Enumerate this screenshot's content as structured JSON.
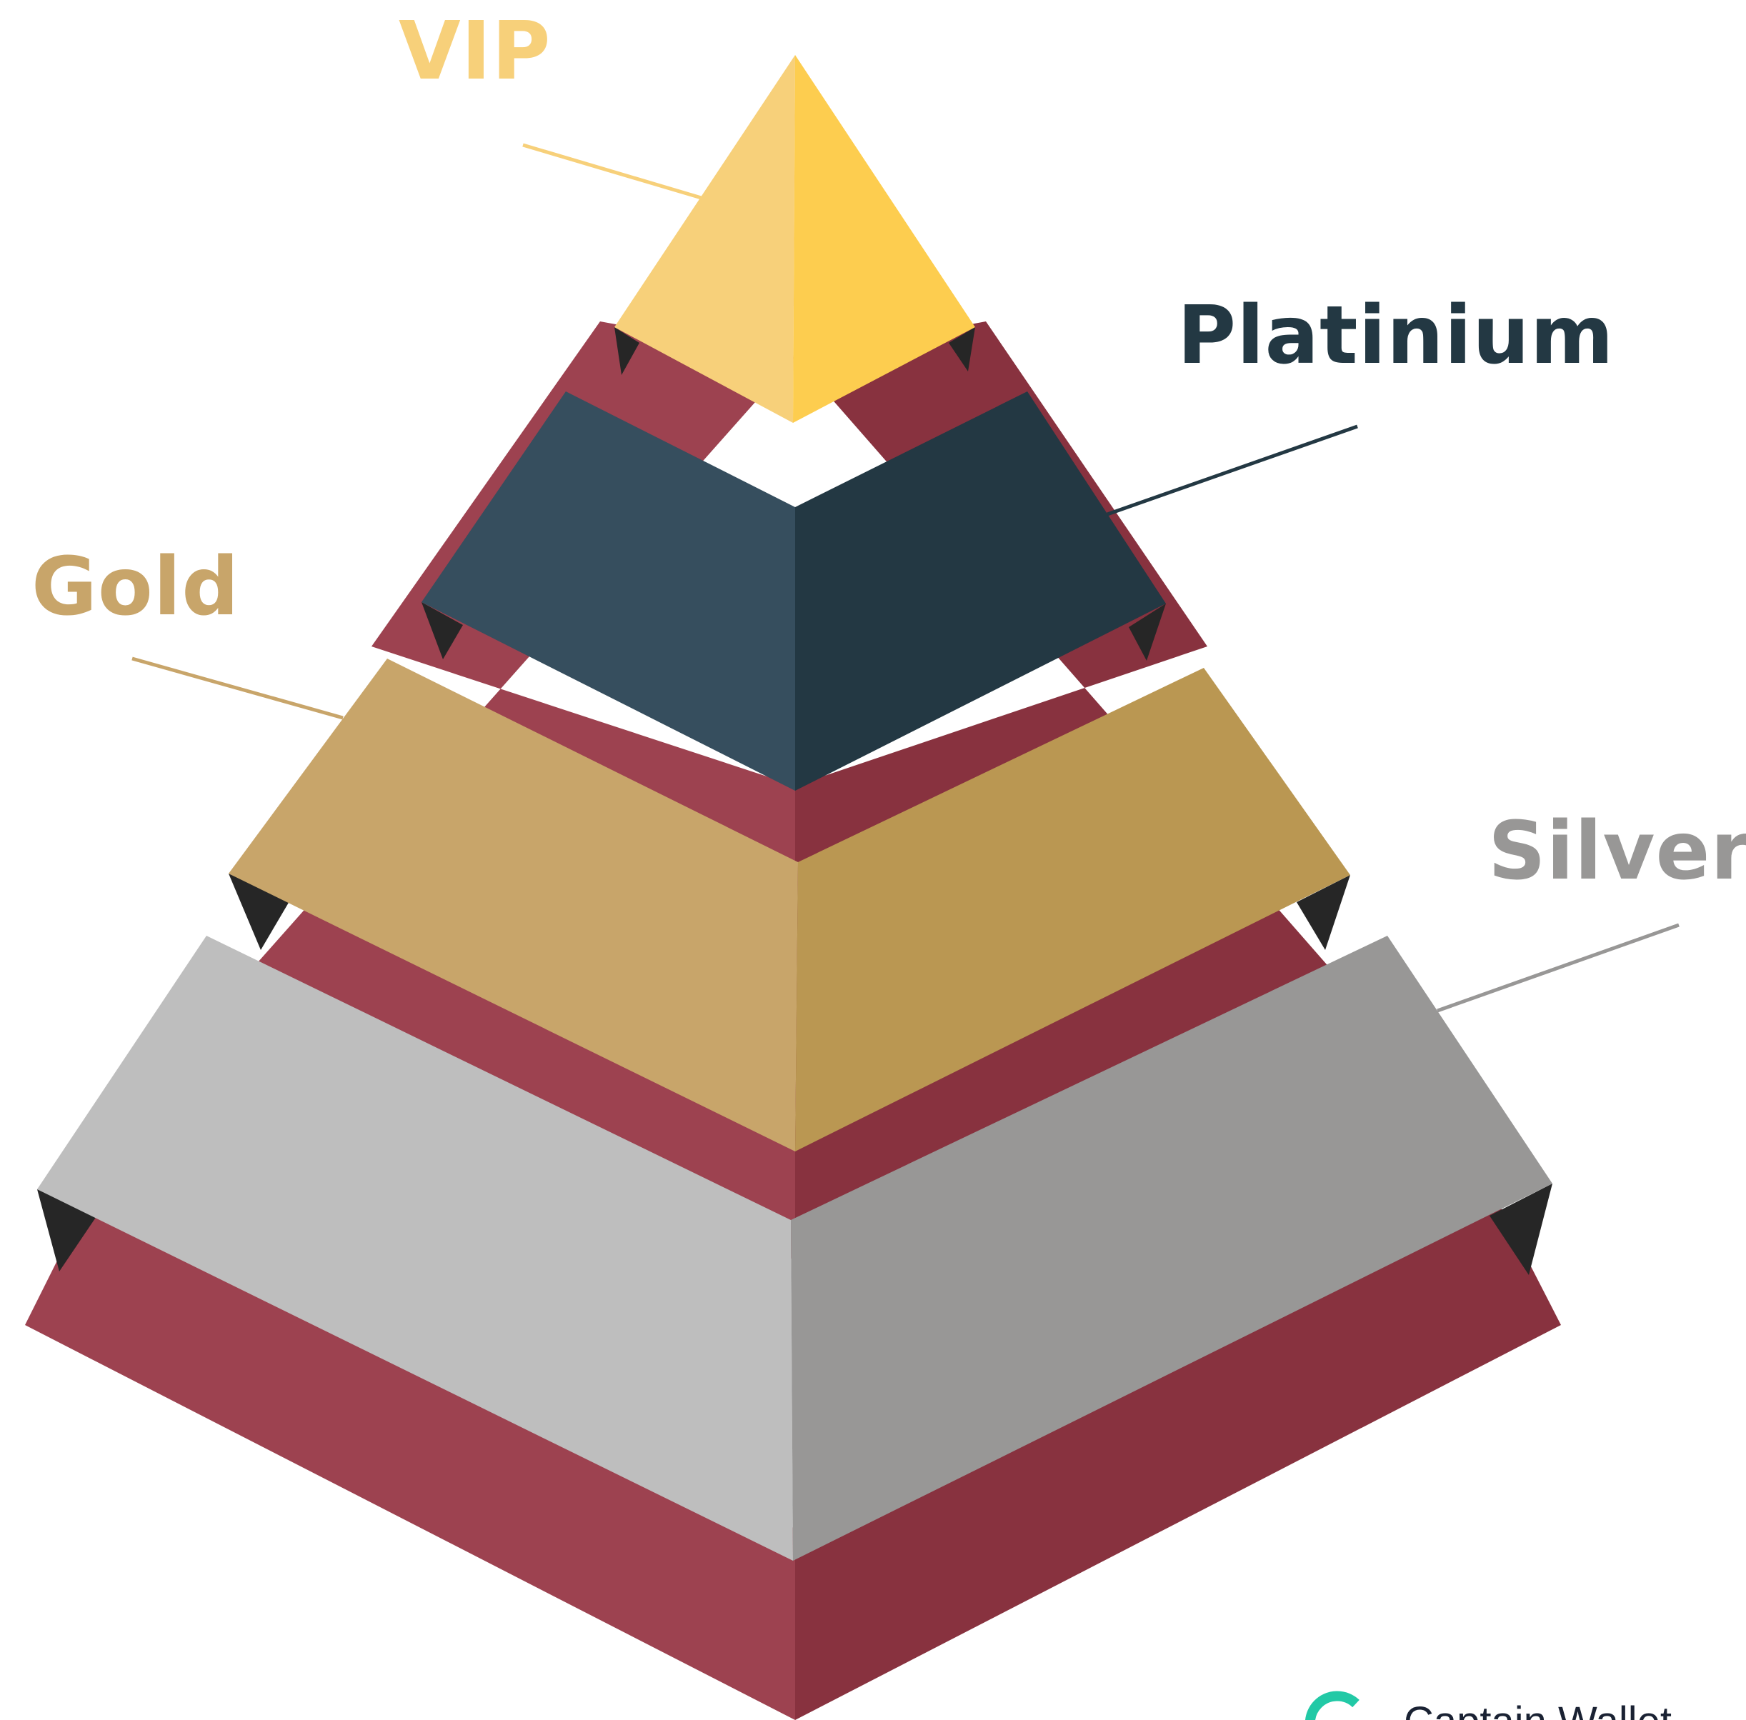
{
  "tiers": [
    {
      "id": "vip",
      "label": "VIP",
      "color": "#F7D07A",
      "color_dark": "#FDCD4F"
    },
    {
      "id": "platinium",
      "label": "Platinium",
      "color": "#364E5E",
      "color_dark": "#233843"
    },
    {
      "id": "gold",
      "label": "Gold",
      "color": "#C8A56A",
      "color_dark": "#BA9752"
    },
    {
      "id": "silver",
      "label": "Silver",
      "color": "#BEBEBE",
      "color_dark": "#989796"
    }
  ],
  "colors": {
    "core_left": "#9D4250",
    "core_right": "#88323F",
    "shadow": "#262626",
    "leader_vip": "#F7D07A",
    "leader_platinium": "#233843",
    "leader_gold": "#C8A56A",
    "leader_silver": "#989796",
    "brand_icon": "#22C9A6",
    "brand_text": "#1A2233"
  },
  "brand": {
    "name": "Captain Wallet"
  }
}
